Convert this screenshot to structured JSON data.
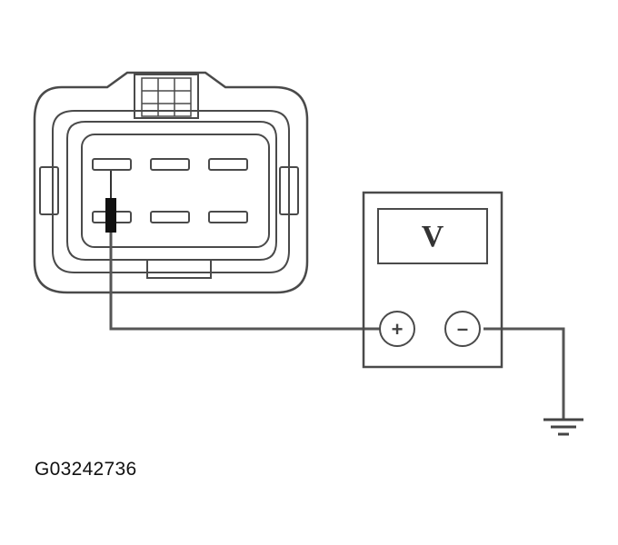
{
  "figure": {
    "id": "G03242736"
  },
  "voltmeter": {
    "display_symbol": "V",
    "positive_terminal": "+",
    "negative_terminal": "–"
  },
  "connector": {
    "pin_rows": 2,
    "pins_per_row": 3,
    "probed_pin": "lower-left"
  },
  "icons": [
    "ground-symbol-icon",
    "probe-icon",
    "locking-tab-icon"
  ]
}
